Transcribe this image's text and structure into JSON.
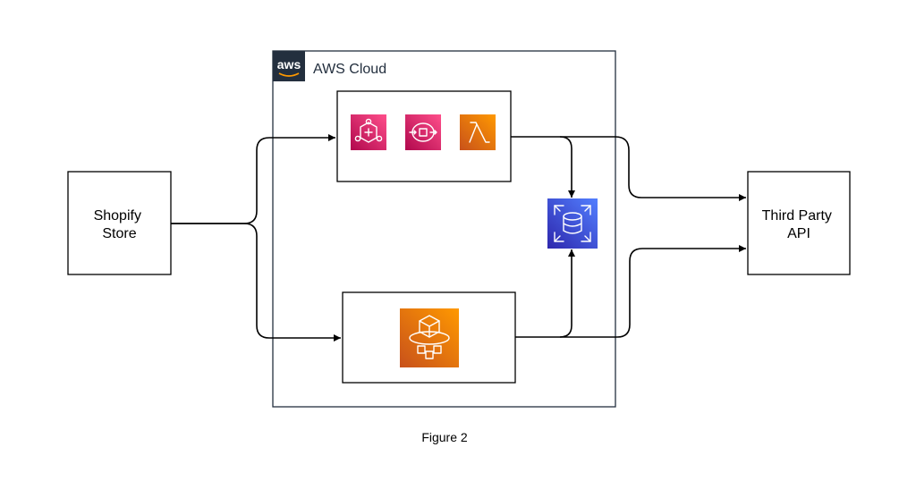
{
  "diagram": {
    "cloud": {
      "label": "AWS Cloud",
      "logo_text": "aws",
      "logo_icon": "aws-logo-icon"
    },
    "nodes": {
      "shopify": {
        "line1": "Shopify",
        "line2": "Store"
      },
      "third_party": {
        "line1": "Third Party",
        "line2": "API"
      }
    },
    "icons": {
      "eventbridge": {
        "name": "eventbridge-icon",
        "color": "#e7157b"
      },
      "sqs": {
        "name": "sqs-icon",
        "color": "#e7157b"
      },
      "lambda": {
        "name": "lambda-icon",
        "color": "#ed7100"
      },
      "database": {
        "name": "database-icon",
        "color": "#3b48cc"
      },
      "fargate": {
        "name": "fargate-icon",
        "color": "#ed7100"
      }
    },
    "caption": "Figure 2"
  }
}
